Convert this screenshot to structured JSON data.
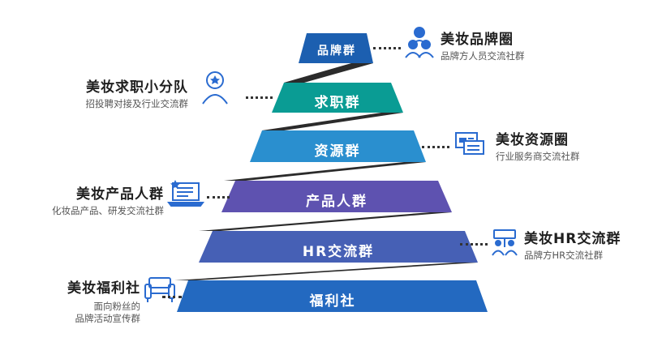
{
  "tiers": [
    {
      "label": "品牌群",
      "color": "#1C5FB0"
    },
    {
      "label": "求职群",
      "color": "#0A9C94"
    },
    {
      "label": "资源群",
      "color": "#2A8FCF"
    },
    {
      "label": "产品人群",
      "color": "#5E52B0"
    },
    {
      "label": "HR交流群",
      "color": "#4660B5"
    },
    {
      "label": "福利社",
      "color": "#2369C0"
    }
  ],
  "zigzag_color": "#2B2B2B",
  "callouts": {
    "brand": {
      "title": "美妆品牌圈",
      "sub": "品牌方人员交流社群",
      "icon": "people-group-icon"
    },
    "job": {
      "title": "美妆求职小分队",
      "sub": "招投聘对接及行业交流群",
      "icon": "person-badge-icon"
    },
    "resource": {
      "title": "美妆资源圈",
      "sub": "行业服务商交流社群",
      "icon": "documents-icon"
    },
    "product": {
      "title": "美妆产品人群",
      "sub": "化妆品产品、研发交流社群",
      "icon": "laptop-icon"
    },
    "hr": {
      "title": "美妆HR交流群",
      "sub": "品牌方HR交流社群",
      "icon": "meeting-icon"
    },
    "welfare": {
      "title": "美妆福利社",
      "sub_lines": [
        "面向粉丝的",
        "品牌活动宣传群"
      ],
      "icon": "sofa-icon"
    }
  },
  "icon_color": "#2A6BD0"
}
